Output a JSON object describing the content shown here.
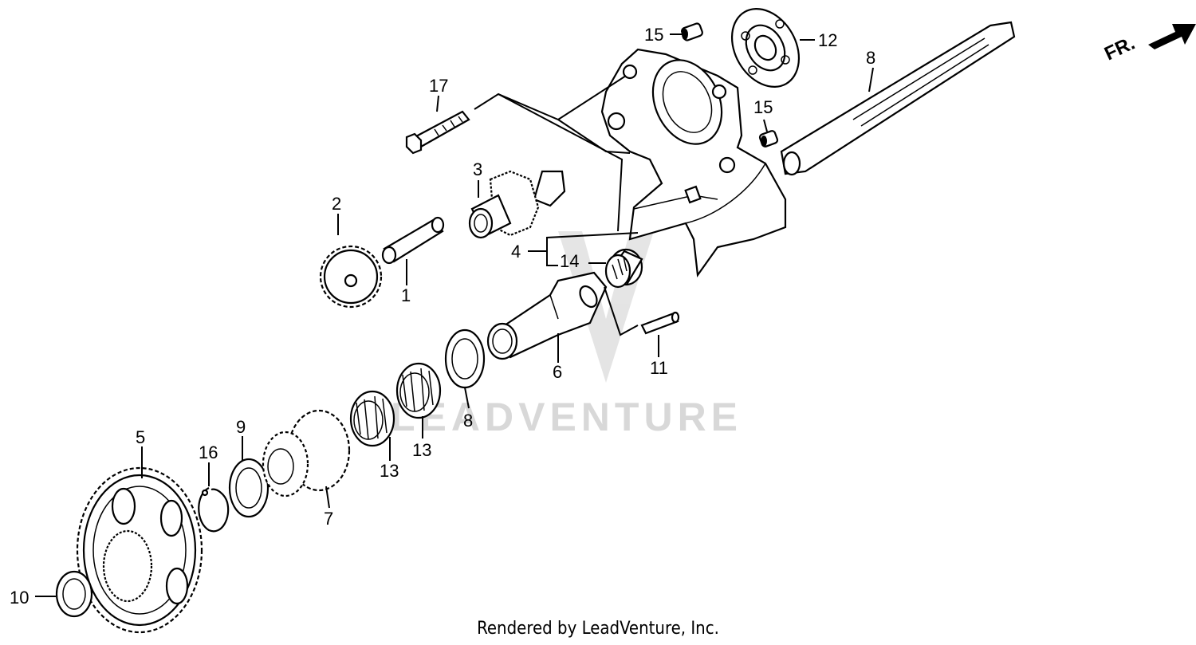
{
  "diagram": {
    "callouts": [
      "1",
      "2",
      "3",
      "4",
      "5",
      "6",
      "7",
      "8",
      "9",
      "9",
      "10",
      "11",
      "12",
      "13",
      "13",
      "14",
      "15",
      "15",
      "16",
      "17"
    ],
    "direction_marker": "FR.",
    "watermark": "LEADVENTURE",
    "footer": "Rendered by LeadVenture, Inc."
  },
  "colors": {
    "ink": "#000000",
    "paper": "#ffffff",
    "watermark": "#d4d4d4"
  }
}
